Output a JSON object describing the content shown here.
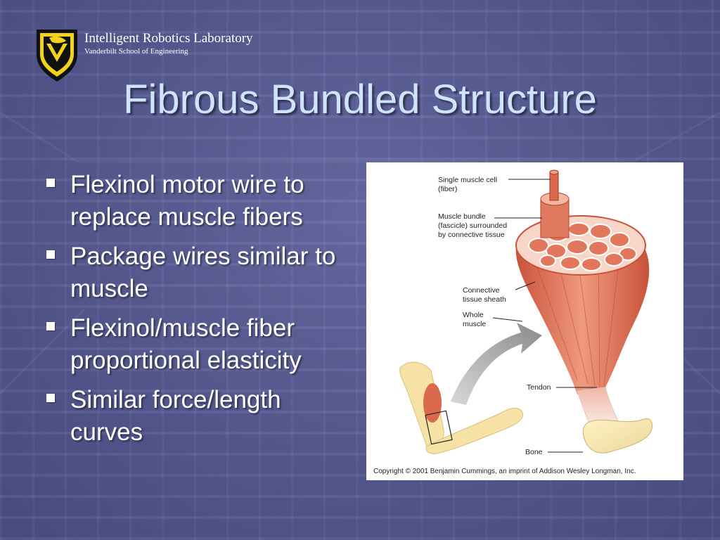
{
  "header": {
    "lab_name": "Intelligent Robotics Laboratory",
    "school": "Vanderbilt School of Engineering",
    "logo_icon": "vanderbilt-shield-icon"
  },
  "title": "Fibrous Bundled Structure",
  "bullets": [
    {
      "text": "Flexinol motor wire to replace muscle fibers"
    },
    {
      "text": "Package wires similar to muscle"
    },
    {
      "text": "Flexinol/muscle fiber proportional elasticity"
    },
    {
      "text": "Similar force/length curves"
    }
  ],
  "figure": {
    "labels": {
      "cell_line1": "Single muscle cell",
      "cell_line2": "(fiber)",
      "bundle_line1": "Muscle bundle",
      "bundle_line2": "(fascicle) surrounded",
      "bundle_line3": "by connective tissue",
      "sheath_line1": "Connective",
      "sheath_line2": "tissue sheath",
      "whole_line1": "Whole",
      "whole_line2": "muscle",
      "tendon": "Tendon",
      "bone": "Bone"
    },
    "copyright": "Copyright © 2001 Benjamin Cummings, an imprint of Addison Wesley Longman, Inc."
  },
  "colors": {
    "background": "#5a5d96",
    "title": "#cfe3ff",
    "text": "#ffffff",
    "logo_gold": "#f2d21b",
    "muscle": "#e0765a"
  }
}
